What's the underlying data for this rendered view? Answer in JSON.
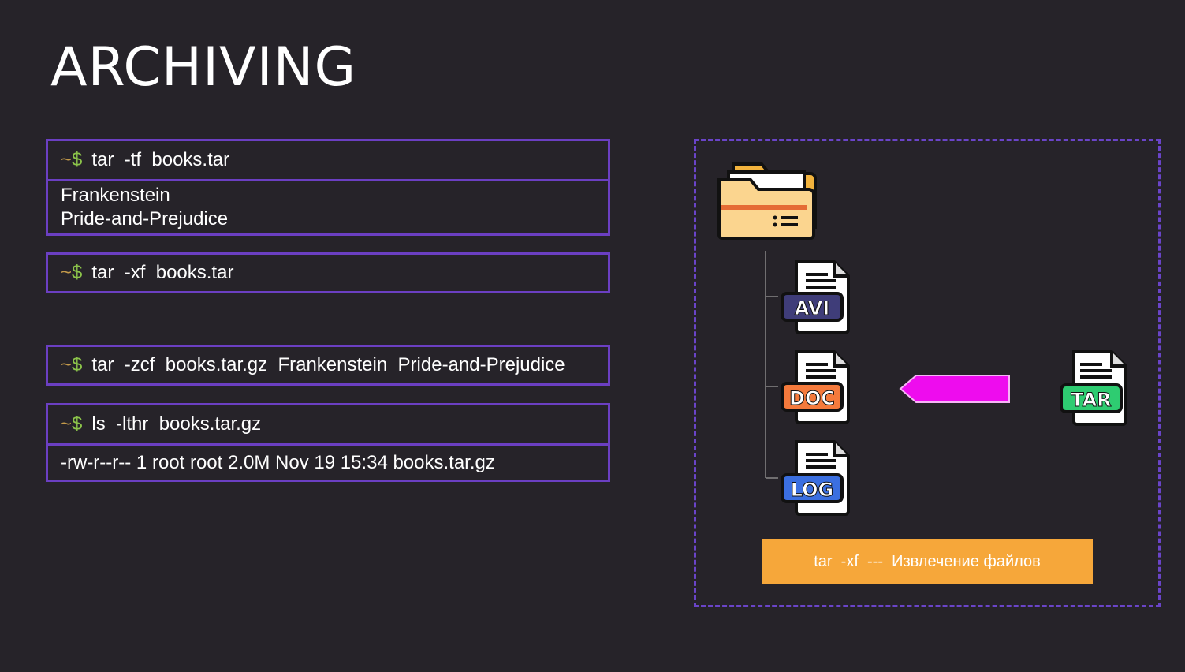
{
  "title": "ARCHIVING",
  "prompt": {
    "tilde": "~",
    "dollar": "$"
  },
  "blocks": [
    {
      "command": "tar  -tf  books.tar",
      "output": [
        "Frankenstein",
        "Pride-and-Prejudice"
      ]
    },
    {
      "command": "tar  -xf  books.tar",
      "output": []
    },
    {
      "command": "tar  -zcf  books.tar.gz  Frankenstein  Pride-and-Prejudice",
      "output": []
    },
    {
      "command": "ls  -lthr  books.tar.gz",
      "output": [
        "-rw-r--r-- 1 root root 2.0M Nov 19 15:34 books.tar.gz"
      ]
    }
  ],
  "diagram": {
    "files": [
      "AVI",
      "DOC",
      "LOG"
    ],
    "archive": "TAR",
    "caption": "tar  -xf  ---  Извлечение файлов"
  },
  "colors": {
    "background": "#262329",
    "border": "#6b3fc2",
    "caption_bg": "#f6a73a",
    "arrow": "#ee0cee",
    "avi": "#3f3d79",
    "doc": "#f47a3c",
    "log": "#3b6fe0",
    "tar": "#2ecc71"
  }
}
